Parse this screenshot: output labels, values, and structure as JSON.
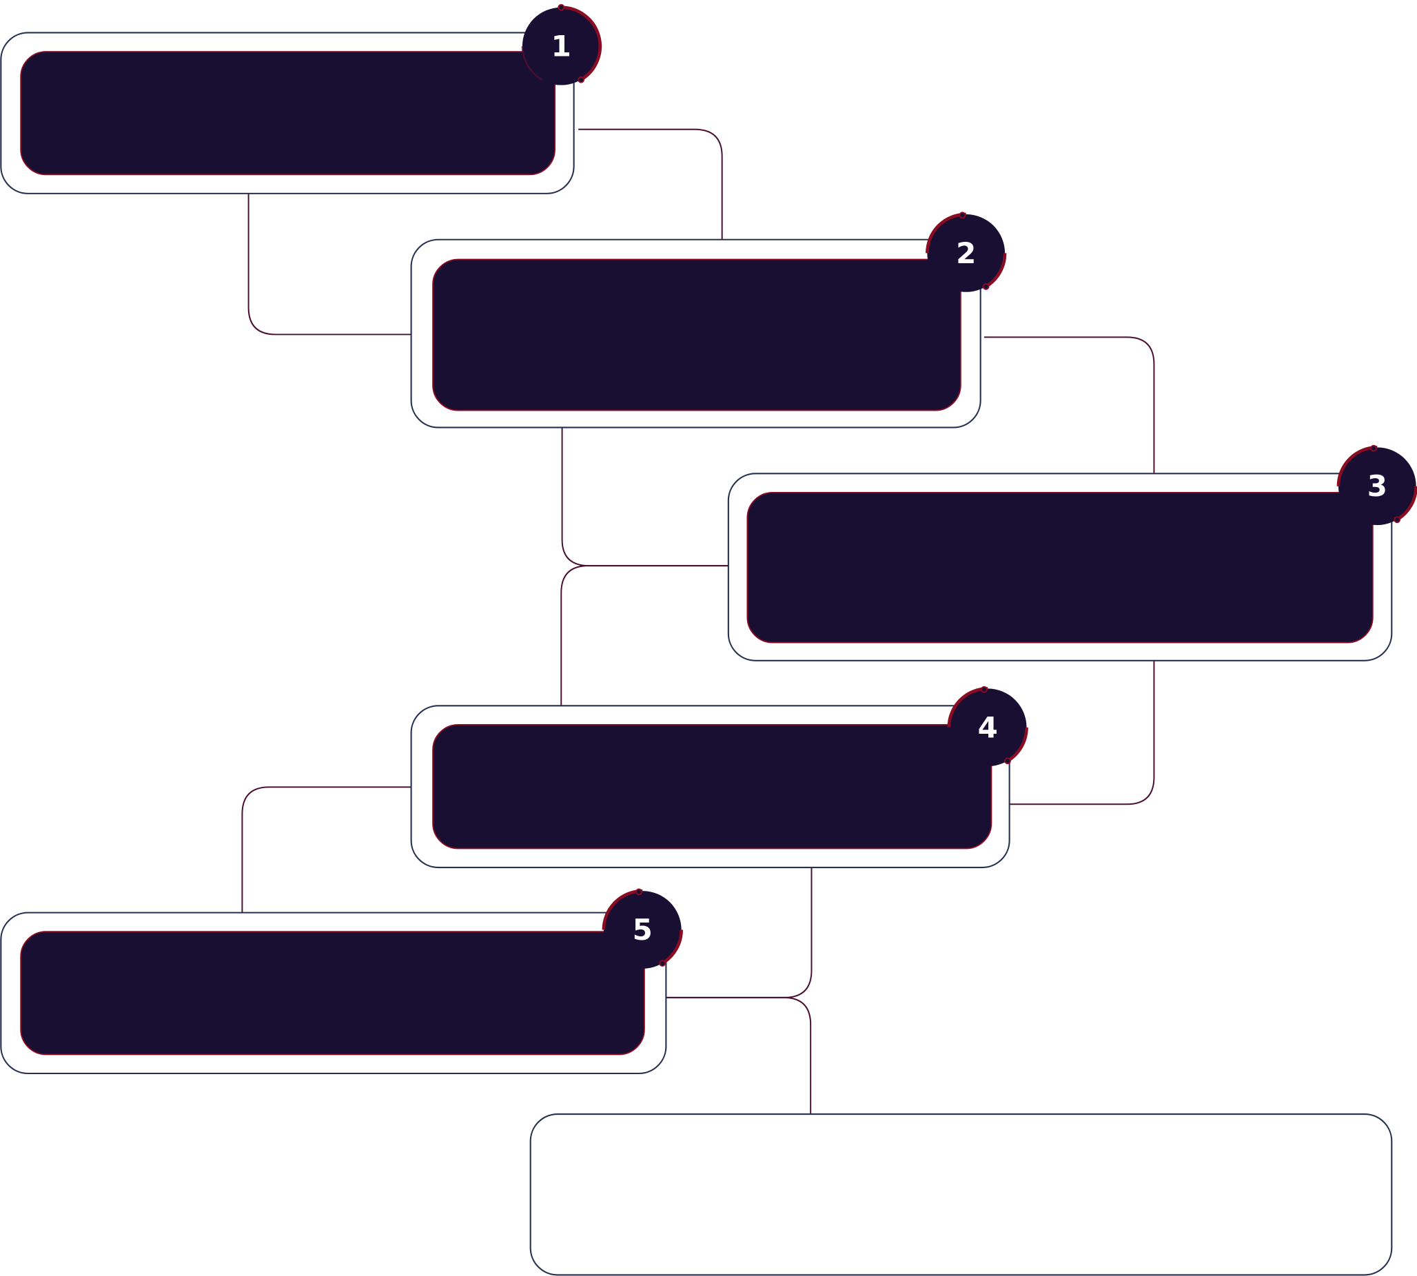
{
  "diagram": {
    "steps": [
      {
        "number": "1"
      },
      {
        "number": "2"
      },
      {
        "number": "3"
      },
      {
        "number": "4"
      },
      {
        "number": "5"
      }
    ],
    "colors": {
      "box_fill": "#180f33",
      "box_outline": "#26304f",
      "accent": "#8a0c22",
      "connector": "#4a1030"
    }
  }
}
